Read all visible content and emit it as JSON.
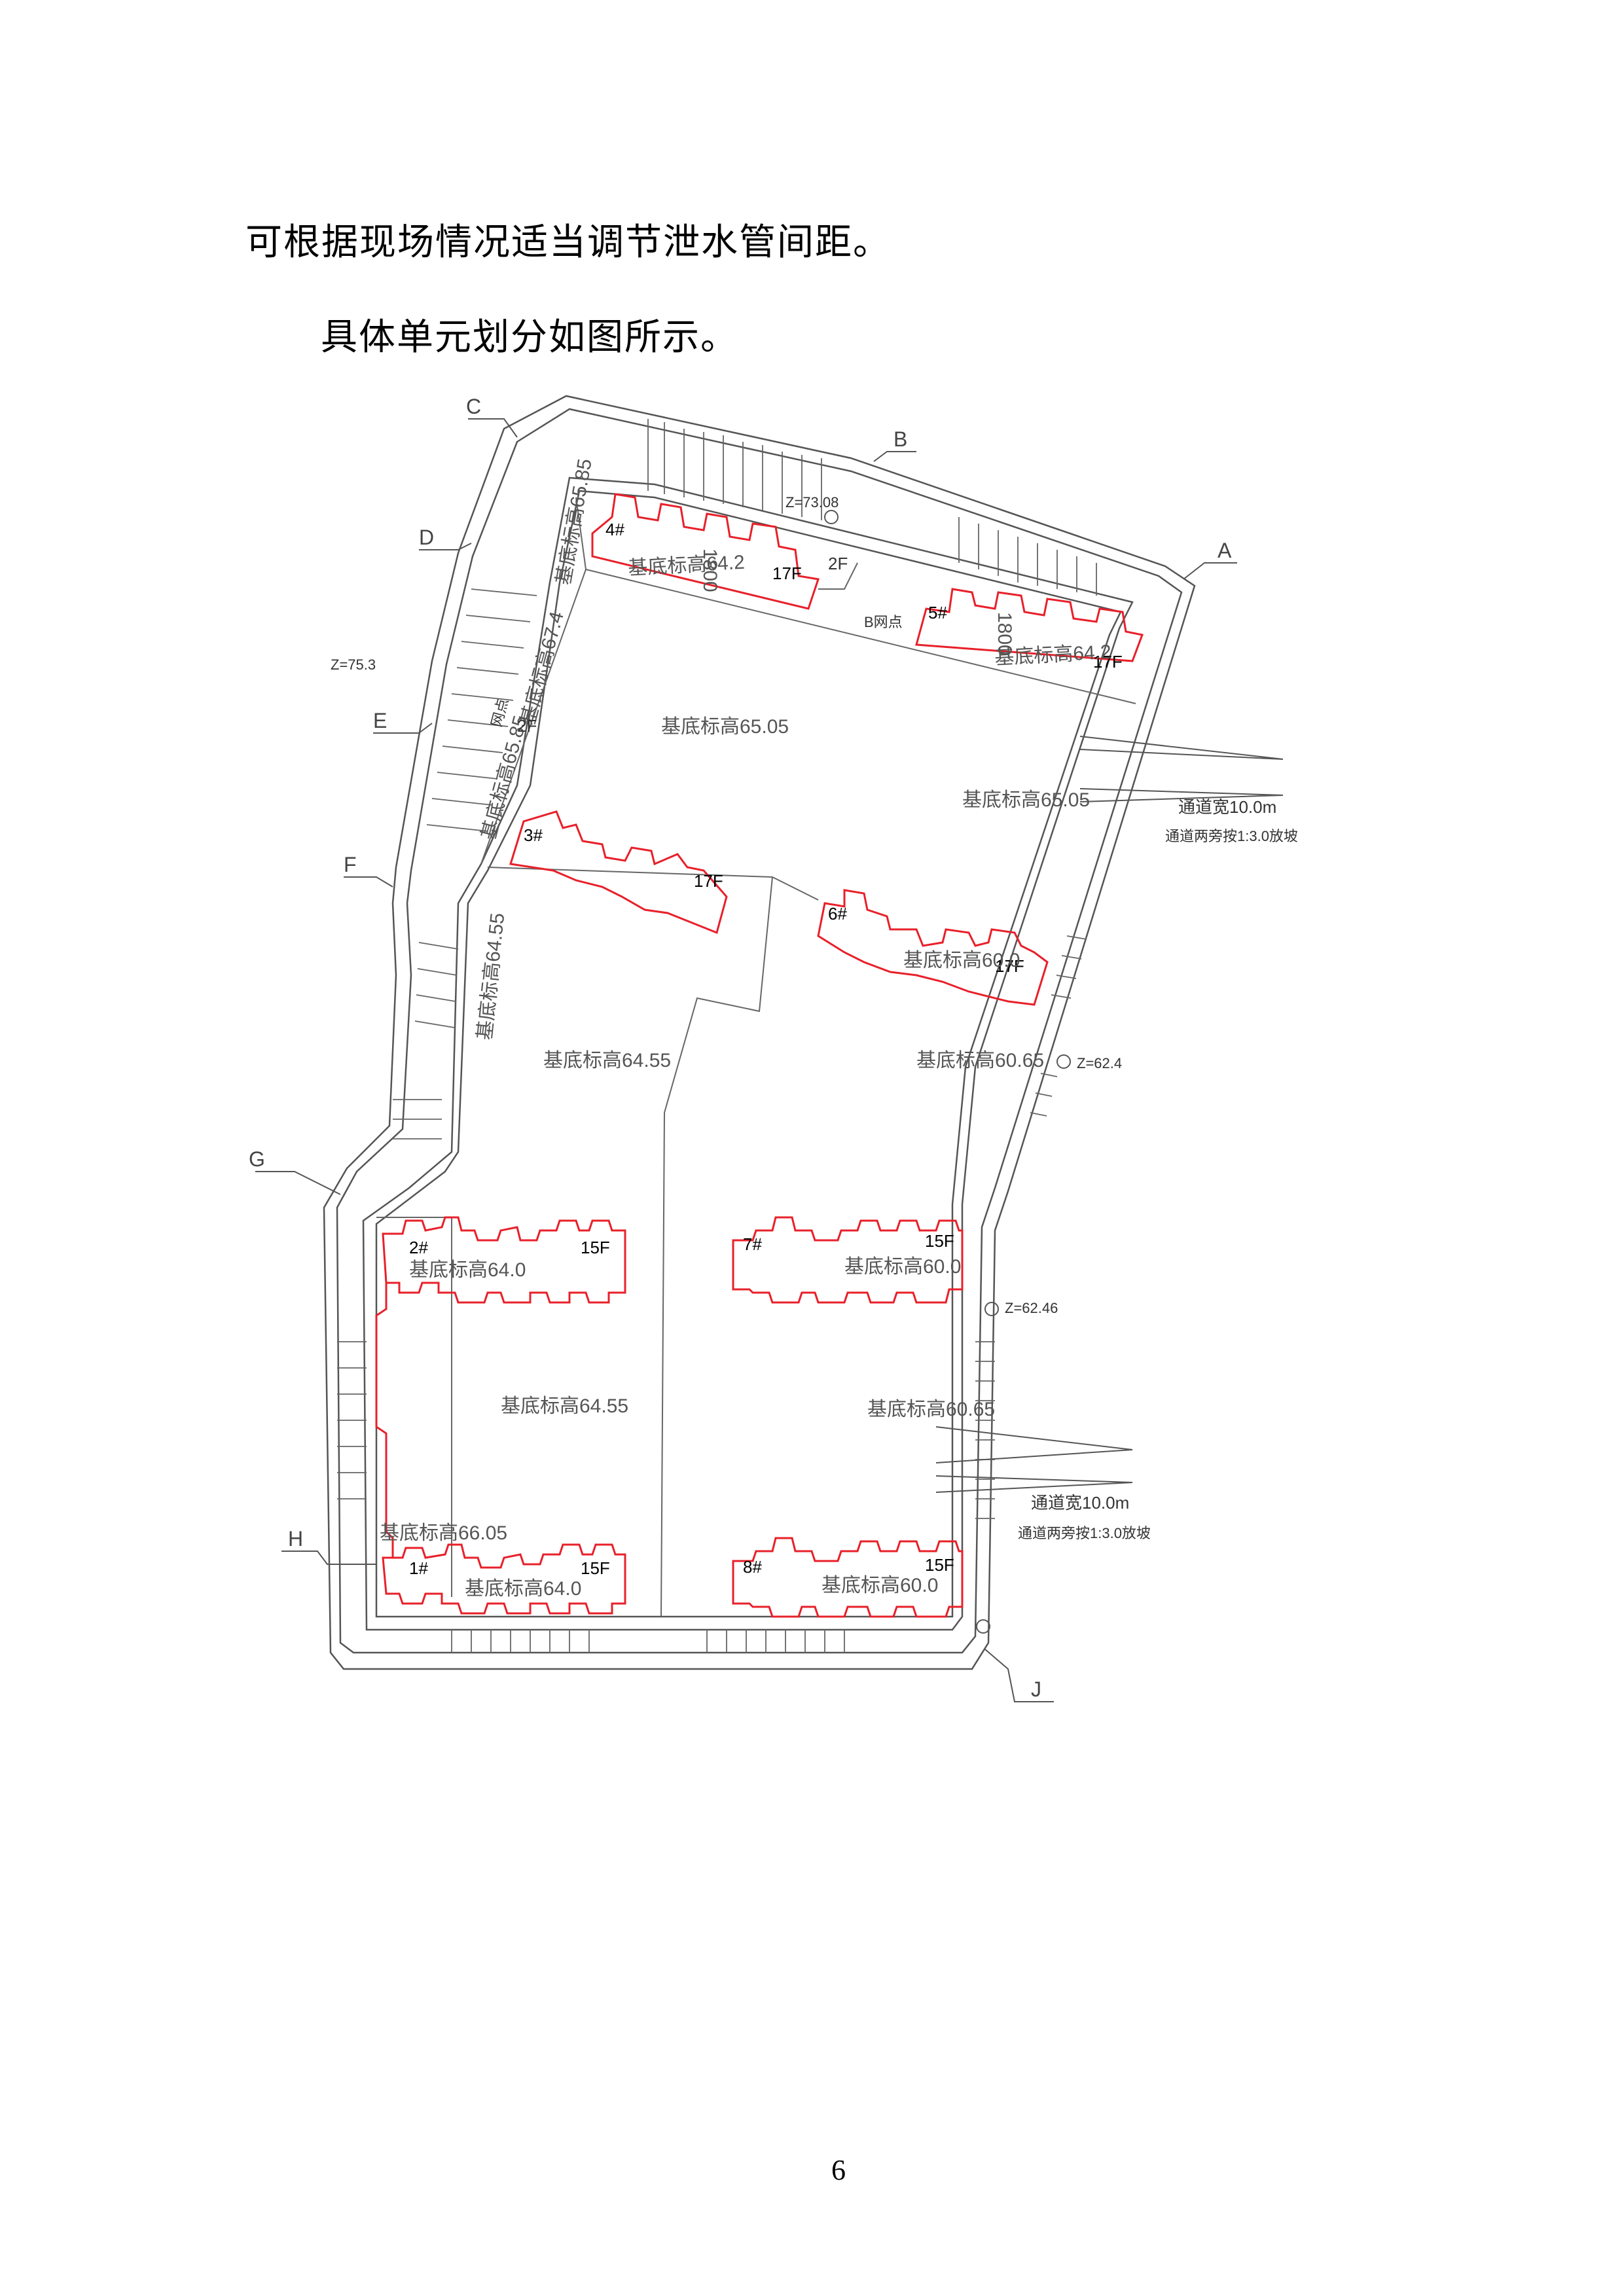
{
  "document": {
    "paragraph_1": "可根据现场情况适当调节泄水管间距。",
    "paragraph_2": "具体单元划分如图所示。",
    "page_number": "6"
  },
  "plan": {
    "axis_labels": {
      "A": "A",
      "B": "B",
      "C": "C",
      "D": "D",
      "E": "E",
      "F": "F",
      "G": "G",
      "H": "H",
      "J": "J"
    },
    "z_marks": {
      "z1": "Z=73.08",
      "z2": "Z=75.3",
      "z3": "Z=62.4",
      "z4": "Z=62.46"
    },
    "buildings": {
      "b1": {
        "no": "1#",
        "floors": "15F"
      },
      "b2": {
        "no": "2#",
        "floors": "15F"
      },
      "b3": {
        "no": "3#",
        "floors": "17F"
      },
      "b4": {
        "no": "4#",
        "floors": "17F"
      },
      "b5": {
        "no": "5#",
        "floors": "17F"
      },
      "b6": {
        "no": "6#",
        "floors": "17F"
      },
      "b7": {
        "no": "7#",
        "floors": "15F"
      },
      "b8": {
        "no": "8#",
        "floors": "15F"
      }
    },
    "elevations": {
      "e_4": "基底标高64.2",
      "e_5": "基底标高64.2",
      "e_top": "基底标高65.85",
      "e_left1": "基底标高67.4",
      "e_left2": "基底标高65.85",
      "e_center": "基底标高65.05",
      "e_right": "基底标高65.05",
      "e_6": "基底标高60.0",
      "e_left3": "基底标高64.55",
      "e_mid_l": "基底标高64.55",
      "e_mid_r": "基底标高60.65",
      "e_2": "基底标高64.0",
      "e_7": "基底标高60.0",
      "e_low_l": "基底标高64.55",
      "e_low_r": "基底标高60.65",
      "e_h": "基底标高66.05",
      "e_1": "基底标高64.0",
      "e_8": "基底标高60.0"
    },
    "misc": {
      "dim1": "1800",
      "dim2": "1800",
      "garage_2f_top": "2F",
      "garage_2f_left": "2F",
      "garage_b_label": "B网点",
      "garage_left_label": "网点"
    },
    "ramps": {
      "r1_width": "通道宽10.0m",
      "r1_slope": "通道两旁按1:3.0放坡",
      "r2_width": "通道宽10.0m",
      "r2_slope": "通道两旁按1:3.0放坡"
    },
    "colors": {
      "building_outline": "#e8202a",
      "linework": "#555555"
    }
  }
}
